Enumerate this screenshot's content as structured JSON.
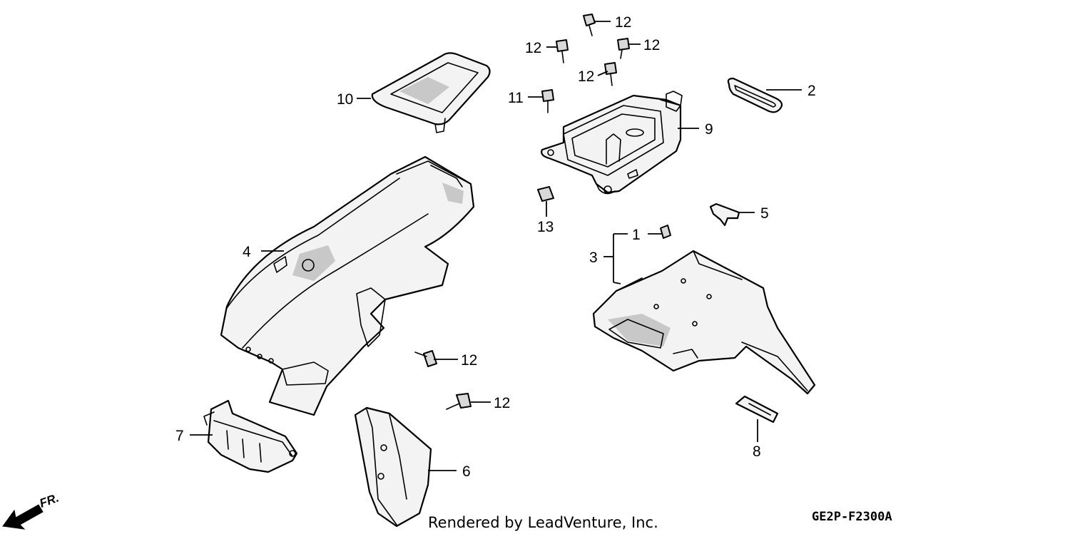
{
  "diagram": {
    "callouts": [
      {
        "id": "p1",
        "label": "1"
      },
      {
        "id": "p2",
        "label": "2"
      },
      {
        "id": "p3",
        "label": "3"
      },
      {
        "id": "p4",
        "label": "4"
      },
      {
        "id": "p5",
        "label": "5"
      },
      {
        "id": "p6",
        "label": "6"
      },
      {
        "id": "p7",
        "label": "7"
      },
      {
        "id": "p8",
        "label": "8"
      },
      {
        "id": "p9",
        "label": "9"
      },
      {
        "id": "p10",
        "label": "10"
      },
      {
        "id": "p11",
        "label": "11"
      },
      {
        "id": "p12a",
        "label": "12"
      },
      {
        "id": "p12b",
        "label": "12"
      },
      {
        "id": "p12c",
        "label": "12"
      },
      {
        "id": "p12d",
        "label": "12"
      },
      {
        "id": "p12e",
        "label": "12"
      },
      {
        "id": "p12f",
        "label": "12"
      },
      {
        "id": "p13",
        "label": "13"
      }
    ],
    "direction_label": "FR.",
    "footer_credit": "Rendered by LeadVenture, Inc.",
    "drawing_code": "GE2P-F2300A"
  }
}
